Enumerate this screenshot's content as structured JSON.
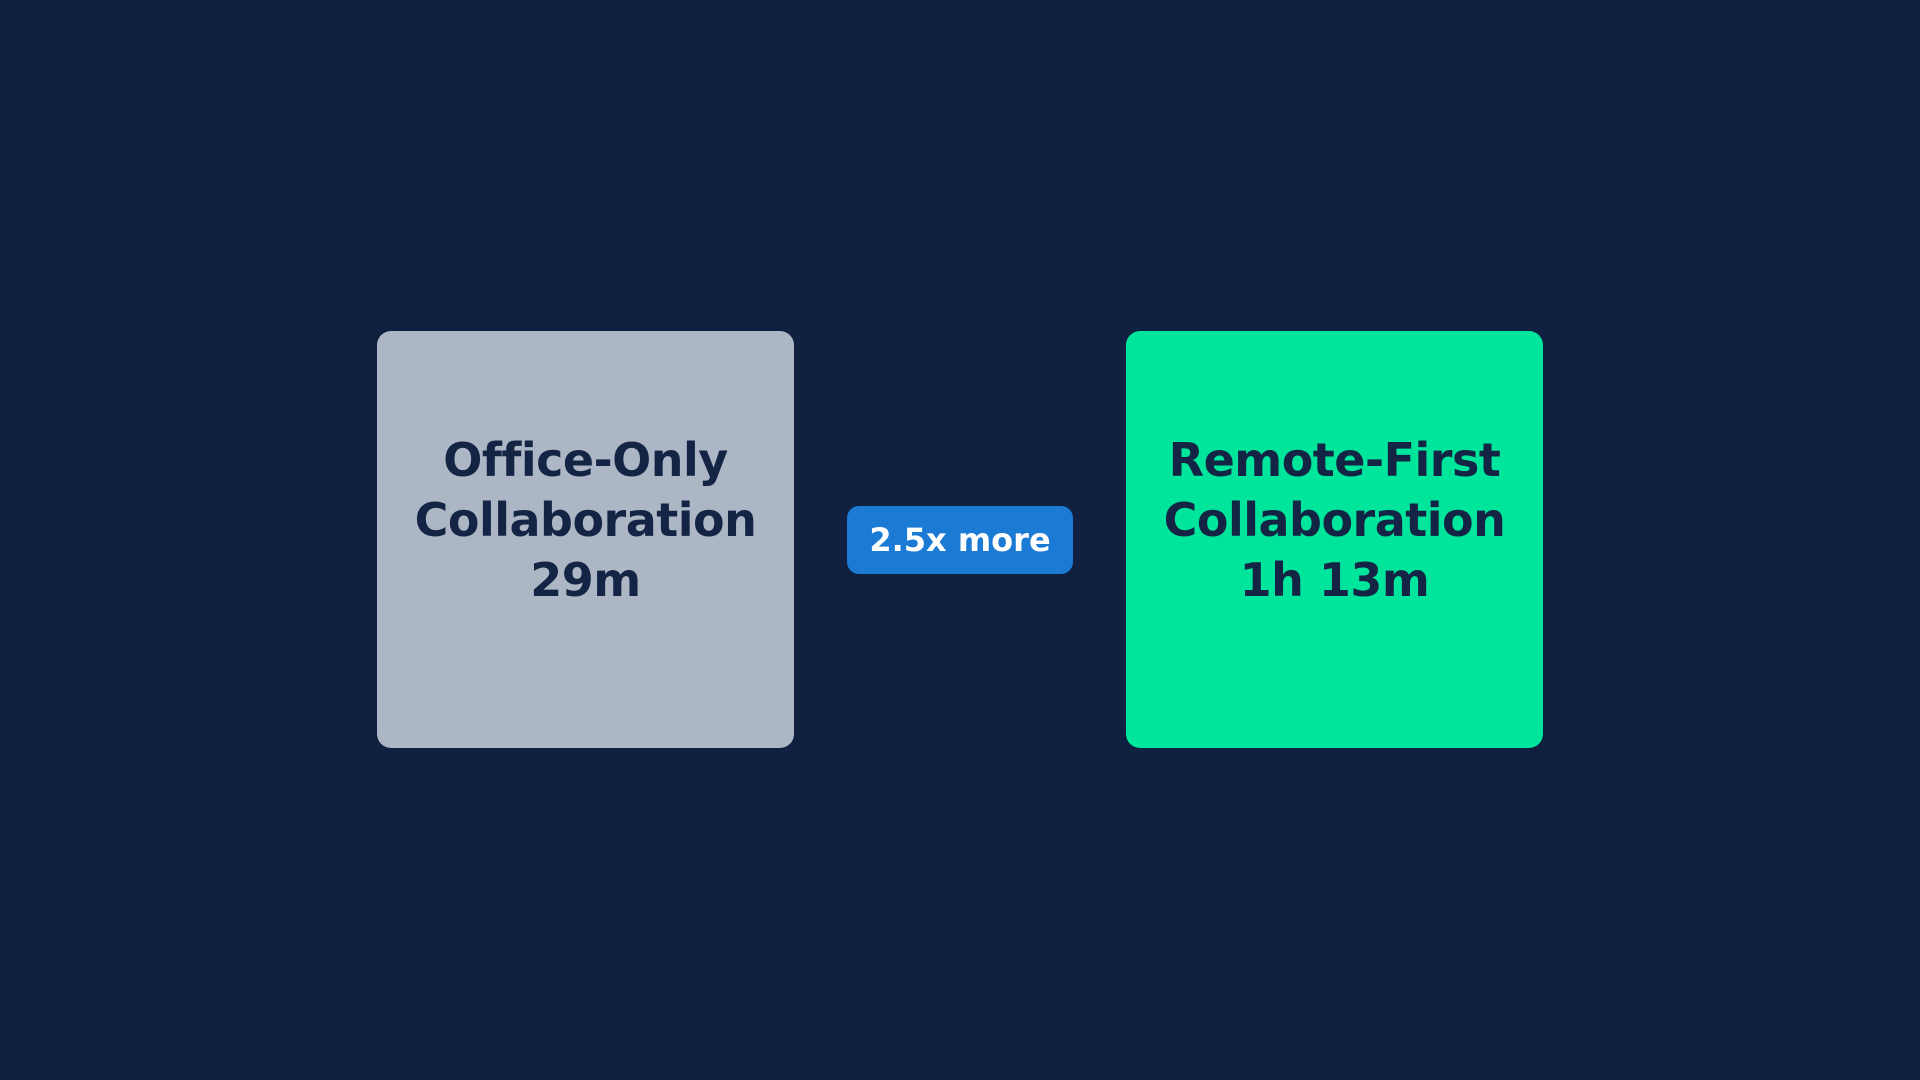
{
  "colors": {
    "background": "#102041",
    "office_card": "#adb6c4",
    "remote_card": "#00e59c",
    "badge": "#1a7ad4",
    "card_text": "#132445",
    "badge_text": "#ffffff"
  },
  "office": {
    "line1": "Office-Only",
    "line2": "Collaboration",
    "value": "29m"
  },
  "comparison": {
    "label": "2.5x more"
  },
  "remote": {
    "line1": "Remote-First",
    "line2": "Collaboration",
    "value": "1h 13m"
  }
}
